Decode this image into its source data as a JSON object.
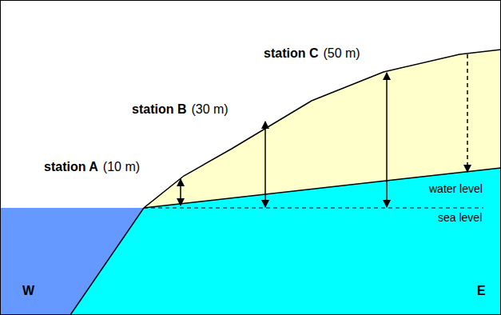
{
  "diagram": {
    "labels": [
      "station C",
      "(50 m)",
      "station B",
      "(30 m)",
      "station A",
      "(10 m)",
      "water level",
      "sea level",
      "W",
      "E"
    ]
  }
}
